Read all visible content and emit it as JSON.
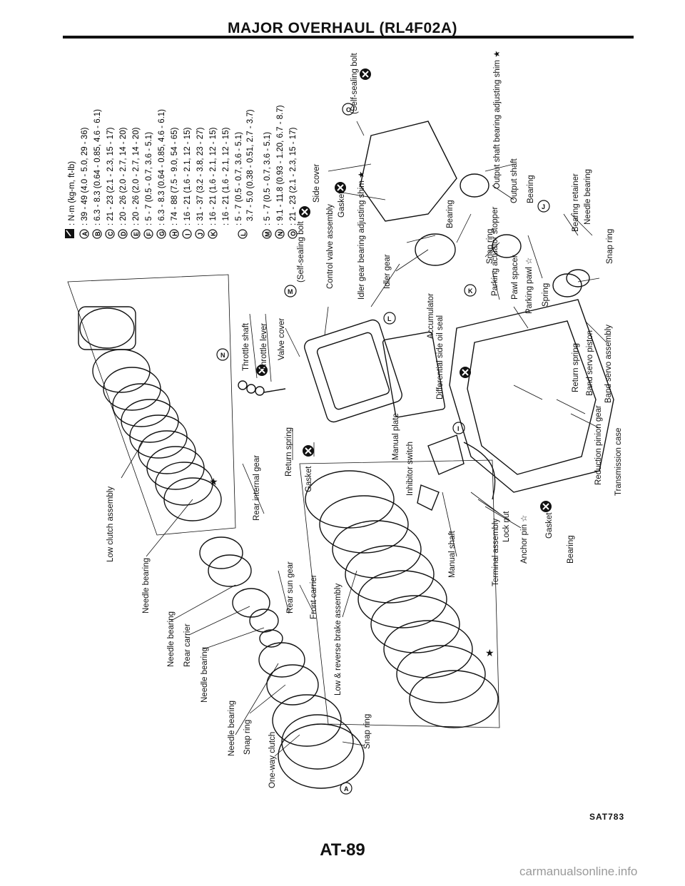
{
  "page": {
    "header": "MAJOR OVERHAUL (RL4F02A)",
    "footer": "AT-89",
    "figure_code": "SAT783",
    "watermark": "carmanualsonline.info"
  },
  "torque_table": [
    {
      "key": "",
      "spec": ": N·m (kg-m, ft-lb)"
    },
    {
      "key": "A",
      "spec": ": 39 - 49 (4.0 - 5.0, 29 - 36)"
    },
    {
      "key": "B",
      "spec": ": 6.3 - 8.3 (0.64 - 0.85, 4.6 - 6.1)"
    },
    {
      "key": "C",
      "spec": ": 21 - 23 (2.1 - 2.3, 15 - 17)"
    },
    {
      "key": "D",
      "spec": ": 20 - 26 (2.0 - 2.7, 14 - 20)"
    },
    {
      "key": "E",
      "spec": ": 20 - 26 (2.0 - 2.7, 14 - 20)"
    },
    {
      "key": "F",
      "spec": ": 5 - 7 (0.5 - 0.7, 3.6 - 5.1)"
    },
    {
      "key": "G",
      "spec": ": 6.3 - 8.3 (0.64 - 0.85, 4.6 - 6.1)"
    },
    {
      "key": "H",
      "spec": ": 74 - 88 (7.5 - 9.0, 54 - 65)"
    },
    {
      "key": "I",
      "spec": ": 16 - 21 (1.6 - 2.1, 12 - 15)"
    },
    {
      "key": "J",
      "spec": ": 31 - 37 (3.2 - 3.8, 23 - 27)"
    },
    {
      "key": "K",
      "spec": ": 16 - 21 (1.6 - 2.1, 12 - 15)"
    },
    {
      "key": "",
      "spec": ": 16 - 21 (1.6 - 2.1, 12 - 15)"
    },
    {
      "key": "L",
      "spec": ": 5 - 7 (0.5 - 0.7, 3.6 - 5.1)"
    },
    {
      "key": "",
      "spec": "3.7 - 5.0 (0.38 - 0.51, 2.7 - 3.7)"
    },
    {
      "key": "M",
      "spec": ": 5 - 7 (0.5 - 0.7, 3.6 - 5.1)"
    },
    {
      "key": "N",
      "spec": ": 9.1 - 11.8 (0.93 - 1.20, 6.7 - 8.7)"
    },
    {
      "key": "O",
      "spec": ": 21 - 23 (2.1 - 2.3, 15 - 17)"
    }
  ],
  "labels": {
    "self_sealing_bolt_top": "(Self-sealing bolt",
    "output_shaft_shim": "Output shaft bearing adjusting shim ★",
    "output_shaft": "Output shaft",
    "side_cover": "Side cover",
    "gasket": "Gasket",
    "bearing": "Bearing",
    "bearing_retainer": "Bearing retainer",
    "needle_bearing": "Needle bearing",
    "snap_ring": "Snap ring",
    "control_valve": "Control valve assembly",
    "idler_shim": "Idler gear bearing adjusting shim ★",
    "idler_gear": "Idler gear",
    "parking_actuator": "Parking actuator stopper",
    "pawl_spacer": "Pawl spacer",
    "parking_pawl": "Parking pawl ☆",
    "spring": "Spring",
    "accumulator": "Accumulator",
    "self_sealing_bolt_mid": "(Self-sealing bolt",
    "throttle_shaft": "Throttle shaft",
    "throttle_lever": "Throttle lever",
    "valve_cover": "Valve cover",
    "differential_seal": "Differential side oil seal",
    "return_spring_right": "Return spring",
    "band_servo_piston": "Band servo piston",
    "band_servo_assembly": "Band servo assembly",
    "reduction_pinion": "Reduction pinion gear",
    "transmission_case": "Transmission case",
    "return_spring_mid": "Return spring",
    "manual_plate": "Manual plate",
    "inhibitor_switch": "Inhibitor switch",
    "manual_shaft": "Manual shaft",
    "terminal_assembly": "Terminal assembly",
    "lock_nut": "Lock nut",
    "anchor_pin": "Anchor pin ☆",
    "low_clutch": "Low clutch assembly",
    "rear_internal_gear": "Rear internal gear",
    "needle_bearing_1": "Needle bearing",
    "needle_bearing_2": "Needle bearing",
    "rear_carrier": "Rear carrier",
    "needle_bearing_3": "Needle bearing",
    "needle_bearing_4": "Needle bearing",
    "snap_ring_left": "Snap ring",
    "one_way_clutch": "One-way clutch",
    "rear_sun_gear": "Rear sun gear",
    "front_carrier": "Front carrier",
    "low_reverse_brake": "Low & reverse brake assembly",
    "snap_ring_bottom": "Snap ring",
    "star": "★",
    "callout_A": "A",
    "callout_N": "N",
    "callout_O": "O",
    "callout_M": "M",
    "callout_L": "L",
    "callout_K": "K",
    "callout_I": "I",
    "callout_J": "J"
  }
}
